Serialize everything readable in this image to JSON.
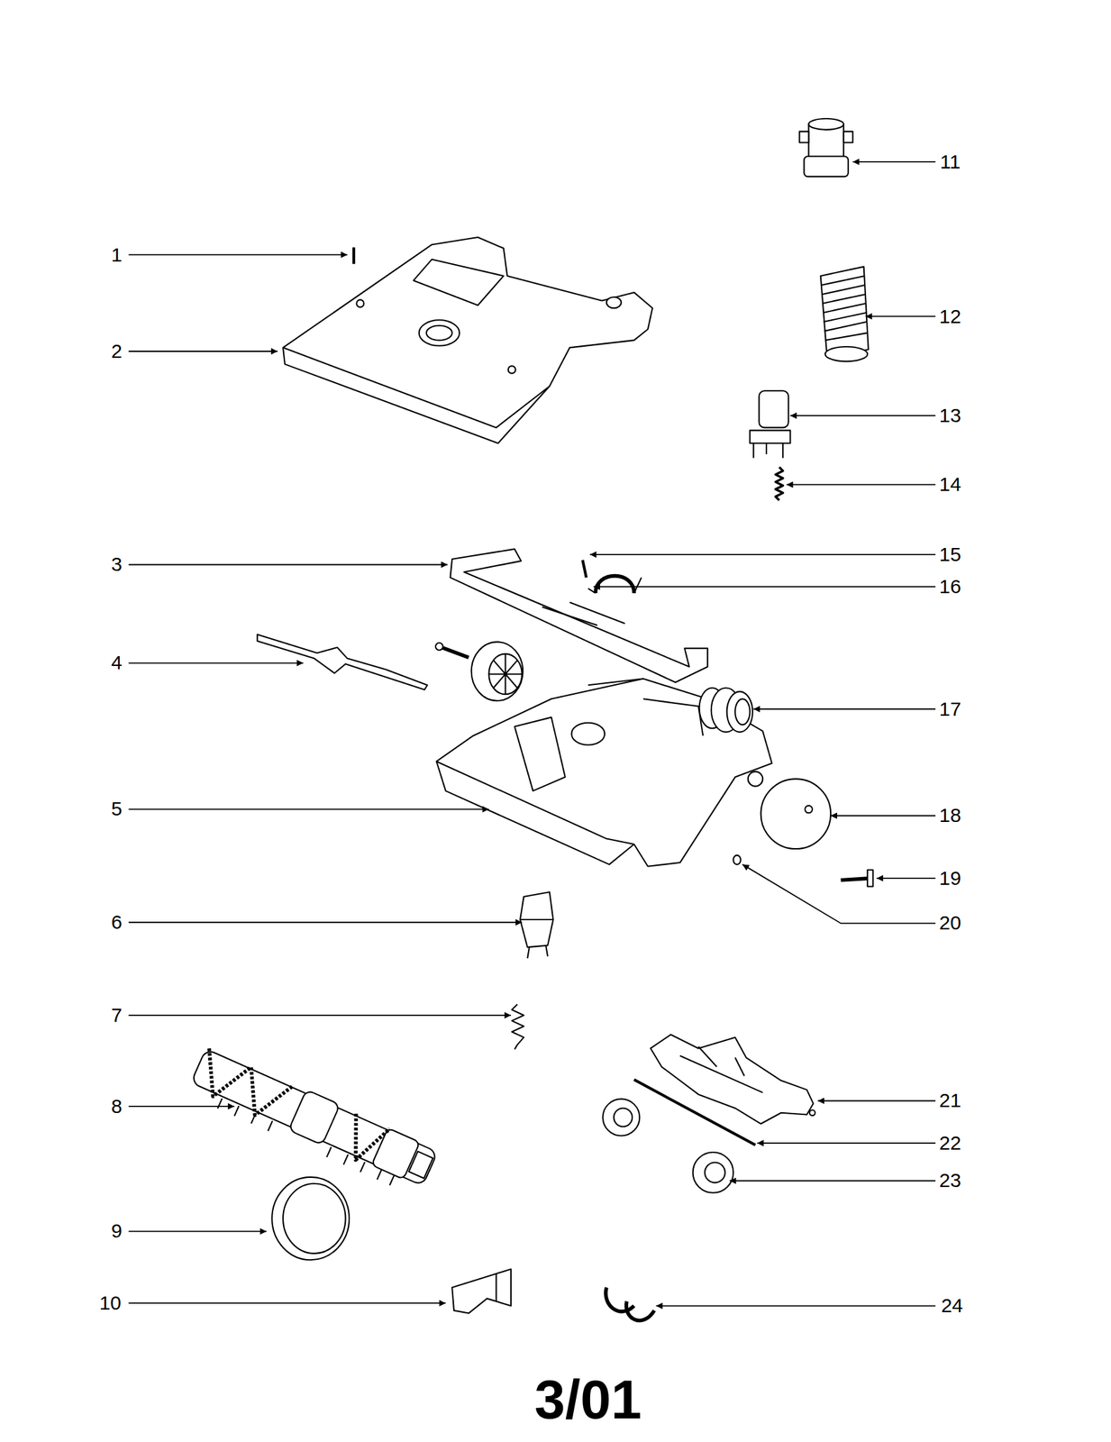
{
  "diagram": {
    "caption": "3/01",
    "labels": [
      "1",
      "2",
      "3",
      "4",
      "5",
      "6",
      "7",
      "8",
      "9",
      "10",
      "11",
      "12",
      "13",
      "14",
      "15",
      "16",
      "17",
      "18",
      "19",
      "20",
      "21",
      "22",
      "23",
      "24"
    ]
  }
}
